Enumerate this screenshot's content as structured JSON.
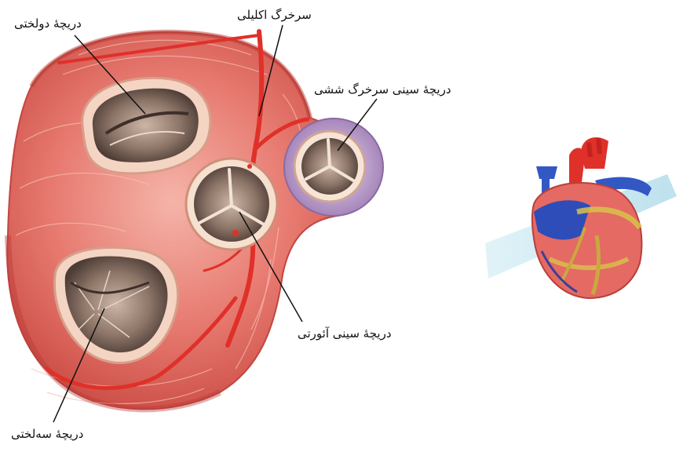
{
  "labels": {
    "mitral": "دریچهٔ دولختی",
    "coronary": "سرخرگ اکلیلی",
    "pulmonary": "دریچهٔ سینی سرخرگ ششی",
    "aortic": "دریچهٔ سینی آئورتی",
    "tricuspid": "دریچهٔ سه‌لختی"
  },
  "colors": {
    "muscle": "#e46a63",
    "muscle_dark": "#c8453f",
    "muscle_light": "#f2a49c",
    "ring": "#f6dcc8",
    "valve_cavity": "#6e5a50",
    "artery": "#e2362e",
    "pulmonary_tissue": "#b89ac6",
    "heart_blue": "#2e4db8",
    "plane": "#bfe3ef",
    "leader_line": "#111111"
  }
}
